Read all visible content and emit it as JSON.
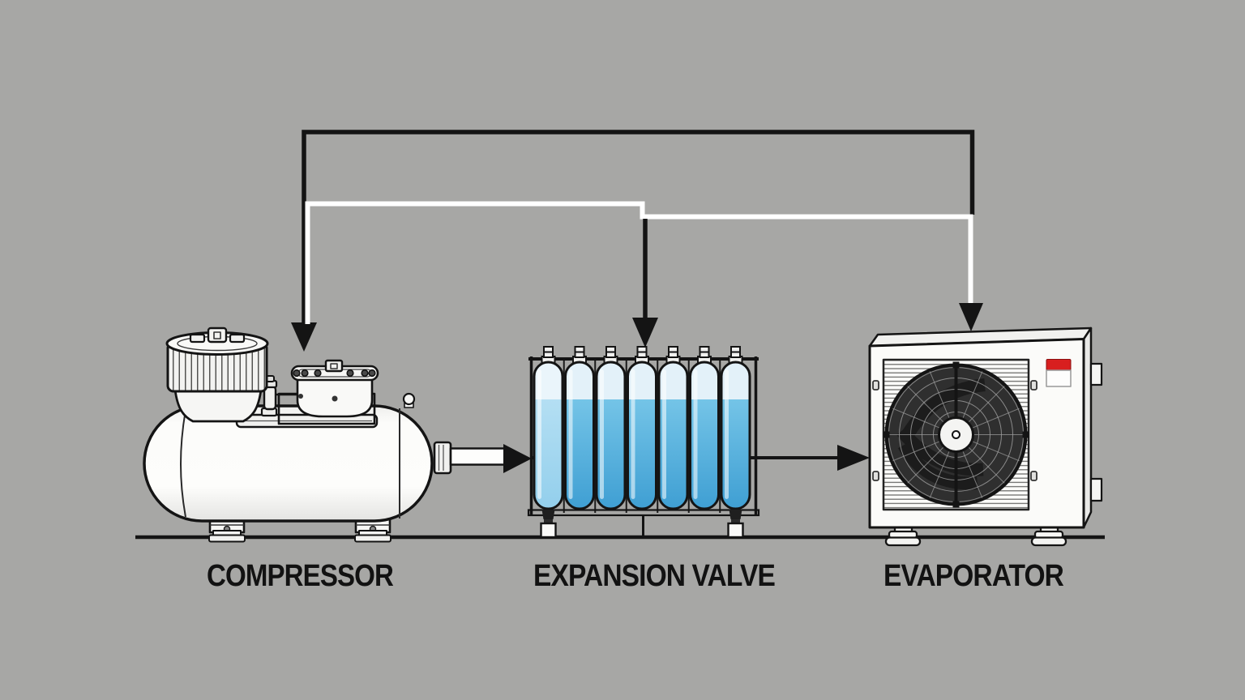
{
  "diagram": {
    "labels": {
      "compressor": "COMPRESSOR",
      "expansion_valve": "EXPANSION VALVE",
      "evaporator": "EVAPORATOR"
    },
    "colors": {
      "background": "#a7a7a5",
      "ink": "#141414",
      "line_white": "#ffffff",
      "panel": "#fbfbf9",
      "panel_shade": "#e9e9e7",
      "cyl_light": "#e3f1f9",
      "cyl_blue_1": "#74c4e7",
      "cyl_blue_2": "#3f9fd3",
      "cyl1_a": "#eaf5fb",
      "cyl1_b": "#b4dff3",
      "cyl1_c": "#93cfec",
      "badge_red": "#d81f1f",
      "fan_dark": "#2f2f2f",
      "mesh": "#9a9a9a"
    }
  }
}
